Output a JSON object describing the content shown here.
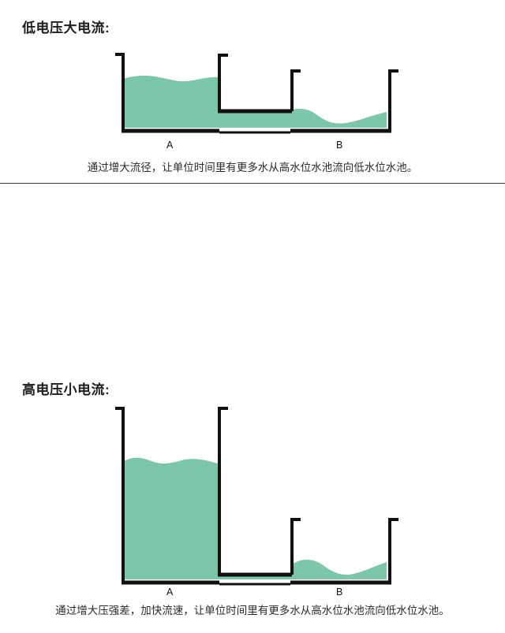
{
  "page": {
    "background_color": "#ffffff",
    "water_color": "#7cc6a9",
    "wall_color": "#111111"
  },
  "sections": [
    {
      "id": "low-voltage-high-current",
      "title": "低电压大电流:",
      "caption": "通过增大流径，让单位时间里有更多水从高水位水池流向低水位水池。",
      "labels": {
        "left": "A",
        "right": "B"
      },
      "diagram": {
        "name": "wide-channel-water-tanks",
        "left_tank_water_level": "high",
        "right_tank_water_level": "low",
        "channel": "wide"
      }
    },
    {
      "id": "high-voltage-low-current",
      "title": "高电压小电流:",
      "caption": "通过增大压强差，加快流速，让单位时间里有更多水从高水位水池流向低水位水池。",
      "labels": {
        "left": "A",
        "right": "B"
      },
      "diagram": {
        "name": "narrow-channel-water-tanks",
        "left_tank_water_level": "very-high",
        "right_tank_water_level": "low",
        "channel": "narrow"
      }
    }
  ]
}
